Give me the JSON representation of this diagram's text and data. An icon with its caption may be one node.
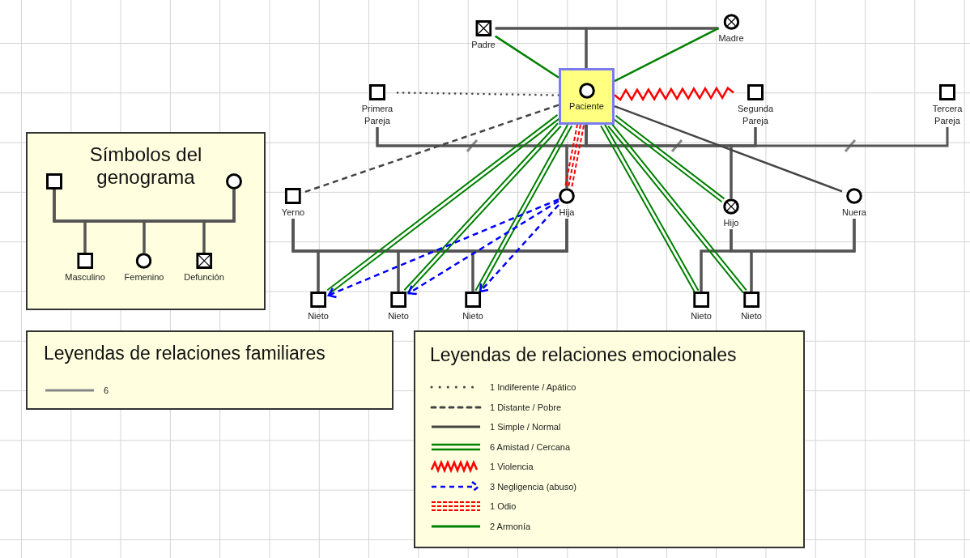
{
  "diagram": {
    "nodes": [
      {
        "text": [
          "Padre"
        ]
      },
      {
        "text": [
          "Madre"
        ]
      },
      {
        "text": [
          "Primera Pareja"
        ]
      },
      {
        "text": [
          "Paciente"
        ]
      },
      {
        "text": [
          "Segunda Pareja"
        ]
      },
      {
        "text": [
          "Tercera Pareja"
        ]
      },
      {
        "text": [
          "Yerno"
        ]
      },
      {
        "text": [
          "Hija"
        ]
      },
      {
        "text": [
          "Hijo"
        ]
      },
      {
        "text": [
          "Nuera"
        ]
      },
      {
        "text": [
          "Nieto"
        ]
      },
      {
        "text": [
          "Nieto"
        ]
      },
      {
        "text": [
          "Nieto"
        ]
      },
      {
        "text": [
          "Nieto"
        ]
      },
      {
        "text": [
          "Nieto"
        ]
      },
      {
        "text": [
          "Símbolos del genograma"
        ]
      },
      {
        "text": [],
        "shape": "box",
        "in": 15
      },
      {
        "text": [],
        "shape": "circle",
        "in": 15
      },
      {
        "text": [
          "Masculino"
        ],
        "in": 15
      },
      {
        "text": [
          "Femenino"
        ],
        "in": 15
      },
      {
        "text": [
          "Defunción"
        ],
        "in": 15
      }
    ],
    "edges": [
      {
        "from": 0,
        "to": 1,
        "arrow": "none"
      },
      {
        "from": 0,
        "to": 3,
        "arrow": "none"
      },
      {
        "from": 1,
        "to": 3,
        "arrow": "none"
      },
      {
        "from": 3,
        "to": 2,
        "arrow": "none"
      },
      {
        "from": 3,
        "to": 4,
        "arrow": "none"
      },
      {
        "from": 3,
        "to": 5,
        "arrow": "none"
      },
      {
        "from": 3,
        "to": 7,
        "arrow": "none"
      },
      {
        "from": 2,
        "to": 7,
        "arrow": "none"
      },
      {
        "from": 3,
        "to": 8,
        "arrow": "none"
      },
      {
        "from": 4,
        "to": 8,
        "arrow": "none"
      },
      {
        "from": 6,
        "to": 7,
        "arrow": "none"
      },
      {
        "from": 6,
        "to": 10,
        "arrow": "none"
      },
      {
        "from": 7,
        "to": 10,
        "arrow": "none"
      },
      {
        "from": 6,
        "to": 11,
        "arrow": "none"
      },
      {
        "from": 7,
        "to": 11,
        "arrow": "none"
      },
      {
        "from": 6,
        "to": 12,
        "arrow": "none"
      },
      {
        "from": 7,
        "to": 12,
        "arrow": "none"
      },
      {
        "from": 8,
        "to": 9,
        "arrow": "none"
      },
      {
        "from": 8,
        "to": 13,
        "arrow": "none"
      },
      {
        "from": 9,
        "to": 13,
        "arrow": "none"
      },
      {
        "from": 8,
        "to": 14,
        "arrow": "none"
      },
      {
        "from": 9,
        "to": 14,
        "arrow": "none"
      },
      {
        "from": 16,
        "to": 17,
        "arrow": "none"
      },
      {
        "from": 16,
        "to": 18,
        "arrow": "none"
      },
      {
        "from": 17,
        "to": 18,
        "arrow": "none"
      },
      {
        "from": 16,
        "to": 19,
        "arrow": "none"
      },
      {
        "from": 17,
        "to": 19,
        "arrow": "none"
      },
      {
        "from": 16,
        "to": 20,
        "arrow": "none"
      },
      {
        "from": 17,
        "to": 20,
        "arrow": "none"
      },
      {
        "from": 2,
        "to": 3,
        "arrow": "none",
        "style": "dashed",
        "color": "#444444"
      },
      {
        "from": 3,
        "to": 6,
        "arrow": "none",
        "style": "dashed",
        "color": "#444444"
      },
      {
        "from": 3,
        "to": 9,
        "arrow": "none",
        "color": "#444444"
      },
      {
        "from": 3,
        "to": 10,
        "arrow": "none",
        "color": "#008000"
      },
      {
        "from": 3,
        "to": 11,
        "arrow": "none",
        "color": "#008000"
      },
      {
        "from": 3,
        "to": 12,
        "arrow": "none",
        "color": "#008000"
      },
      {
        "from": 3,
        "to": 8,
        "arrow": "none",
        "color": "#008000"
      },
      {
        "from": 3,
        "to": 13,
        "arrow": "none",
        "color": "#008000"
      },
      {
        "from": 3,
        "to": 14,
        "arrow": "none",
        "color": "#008000"
      },
      {
        "from": 3,
        "to": 4,
        "arrow": "none",
        "color": "#ff0000"
      },
      {
        "from": 7,
        "to": 10,
        "arrow": "to",
        "style": "dashed",
        "color": "#0000ff"
      },
      {
        "from": 7,
        "to": 11,
        "arrow": "to",
        "style": "dashed",
        "color": "#0000ff"
      },
      {
        "from": 7,
        "to": 12,
        "arrow": "to",
        "style": "dashed",
        "color": "#0000ff"
      },
      {
        "from": 3,
        "to": 7,
        "arrow": "none",
        "style": "dashed",
        "color": "#ff0000"
      },
      {
        "from": 0,
        "to": 3,
        "arrow": "none",
        "color": "#008000"
      },
      {
        "from": 1,
        "to": 3,
        "arrow": "none",
        "color": "#008000"
      }
    ],
    "labels": [
      "Leyendas de relaciones familiares",
      "Leyendas de relaciones emocionales"
    ],
    "legend": [
      {
        "text": "6"
      },
      {
        "text": "1 Indiferente / Apático"
      },
      {
        "text": "1 Distante / Pobre"
      },
      {
        "text": "1 Simple / Normal"
      },
      {
        "text": "6 Amistad / Cercana"
      },
      {
        "text": "1 Violencia"
      },
      {
        "text": "3 Negligencia (abuso)"
      },
      {
        "text": "1 Odio"
      },
      {
        "text": "2 Armonía"
      }
    ]
  }
}
